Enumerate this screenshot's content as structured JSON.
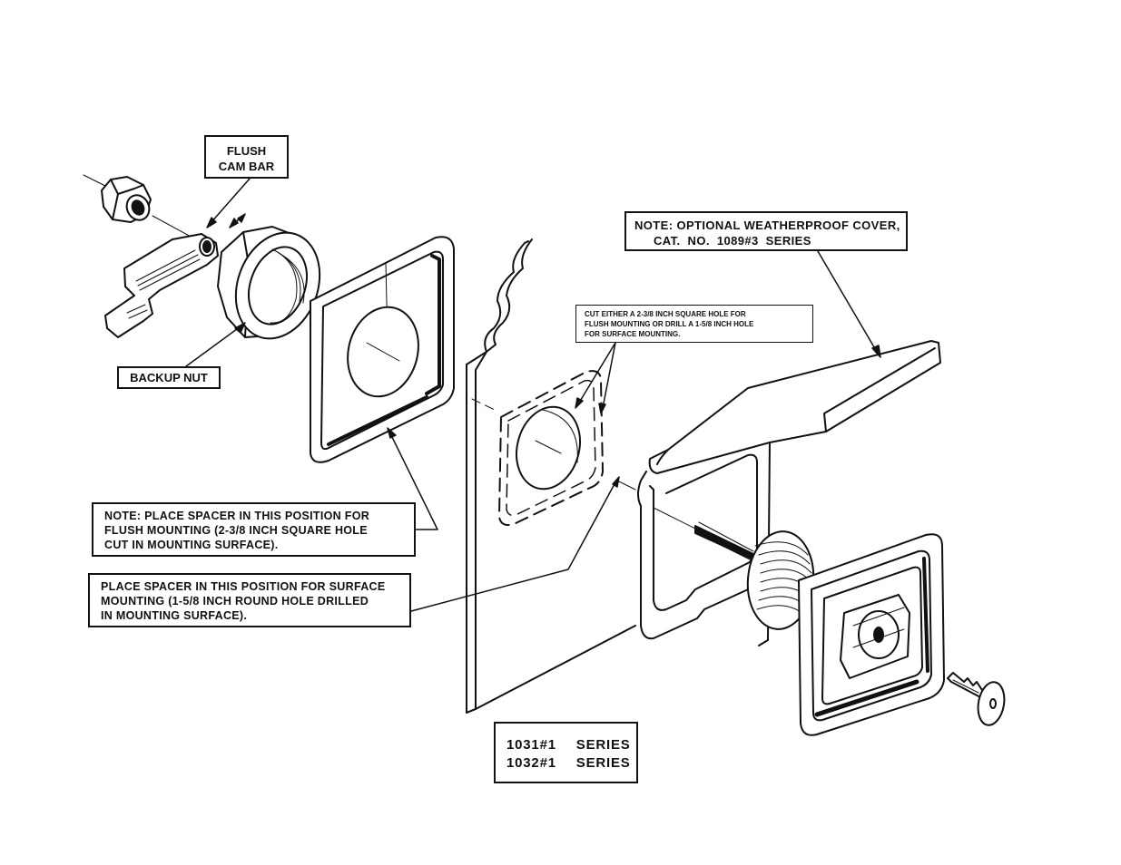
{
  "labels": {
    "flush_cam_bar": [
      "FLUSH",
      "CAM BAR"
    ],
    "backup_nut": "BACKUP NUT",
    "weatherproof_cover": [
      "NOTE: OPTIONAL WEATHERPROOF COVER,",
      "CAT.  NO.  1089#3  SERIES"
    ],
    "cut_hole": [
      "CUT EITHER A 2-3/8 INCH SQUARE HOLE FOR",
      "FLUSH MOUNTING OR DRILL A 1-5/8 INCH HOLE",
      "FOR SURFACE MOUNTING."
    ],
    "flush_spacer_note": [
      "NOTE: PLACE SPACER IN THIS POSITION FOR",
      "FLUSH MOUNTING (2-3/8 INCH SQUARE HOLE",
      "CUT IN MOUNTING SURFACE)."
    ],
    "surface_spacer_note": [
      "PLACE SPACER IN THIS POSITION FOR SURFACE",
      "MOUNTING (1-5/8 INCH ROUND HOLE DRILLED",
      "IN MOUNTING SURFACE)."
    ],
    "series": [
      "1031#1  SERIES",
      "1032#1  SERIES"
    ]
  },
  "colors": {
    "ink": "#111111",
    "paper": "#ffffff"
  }
}
